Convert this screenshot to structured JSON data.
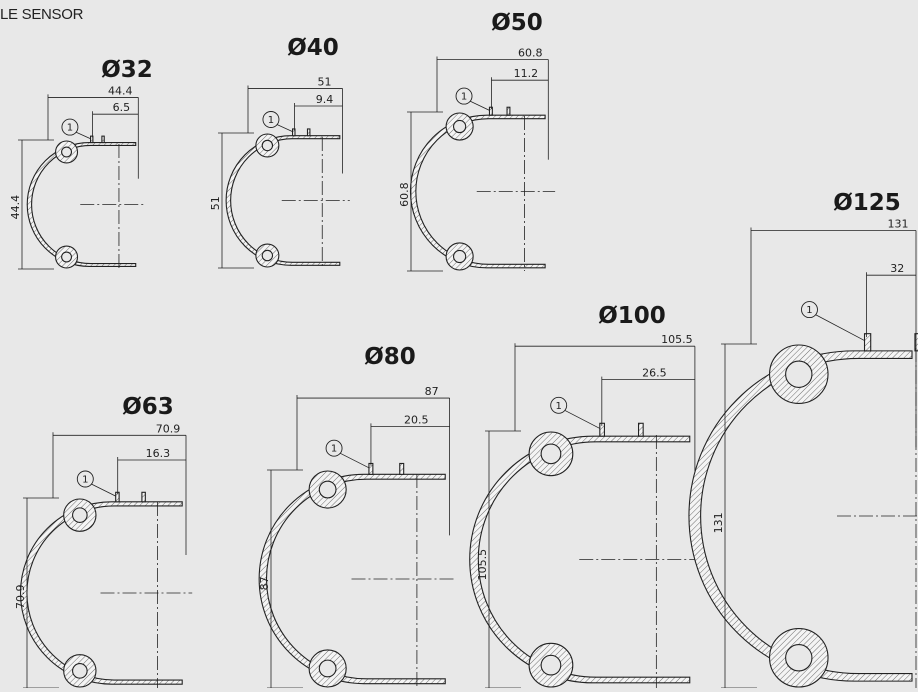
{
  "header": {
    "text": "LE SENSOR"
  },
  "callout_label": "1",
  "profiles": [
    {
      "id": "d32",
      "title": "Ø32",
      "overall": "44.4",
      "slot": "6.5",
      "height": "44.4"
    },
    {
      "id": "d40",
      "title": "Ø40",
      "overall": "51",
      "slot": "9.4",
      "height": "51"
    },
    {
      "id": "d50",
      "title": "Ø50",
      "overall": "60.8",
      "slot": "11.2",
      "height": "60.8"
    },
    {
      "id": "d63",
      "title": "Ø63",
      "overall": "70.9",
      "slot": "16.3",
      "height": "70.9"
    },
    {
      "id": "d80",
      "title": "Ø80",
      "overall": "87",
      "slot": "20.5",
      "height": "87"
    },
    {
      "id": "d100",
      "title": "Ø100",
      "overall": "105.5",
      "slot": "26.5",
      "height": "105.5"
    },
    {
      "id": "d125",
      "title": "Ø125",
      "overall": "131",
      "slot": "32",
      "height": "131"
    }
  ]
}
